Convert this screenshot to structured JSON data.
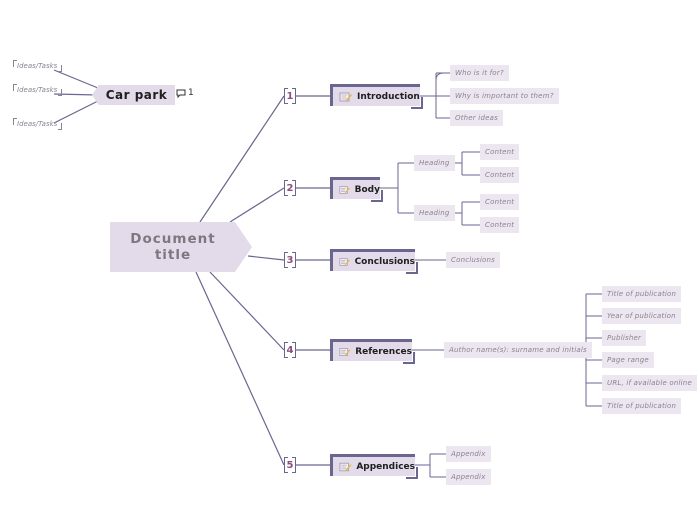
{
  "root": {
    "title": "Document title"
  },
  "car_park": {
    "label": "Car park",
    "comment_count": "1",
    "tags": [
      "Ideas/Tasks",
      "Ideas/Tasks",
      "Ideas/Tasks"
    ]
  },
  "topics": [
    {
      "number": "1",
      "label": "Introduction",
      "subtopics": [
        "Who is it for?",
        "Why is important to them?",
        "Other ideas"
      ]
    },
    {
      "number": "2",
      "label": "Body",
      "headings": [
        {
          "label": "Heading",
          "items": [
            "Content",
            "Content"
          ]
        },
        {
          "label": "Heading",
          "items": [
            "Content",
            "Content"
          ]
        }
      ]
    },
    {
      "number": "3",
      "label": "Conclusions",
      "subtopics": [
        "Conclusions"
      ]
    },
    {
      "number": "4",
      "label": "References",
      "author": "Author name(s): surname and initials",
      "details": [
        "Title of publication",
        "Year of publication",
        "Publisher",
        "Page range",
        "URL, if available online",
        "Title of publication"
      ]
    },
    {
      "number": "5",
      "label": "Appendices",
      "subtopics": [
        "Appendix",
        "Appendix"
      ]
    }
  ],
  "colors": {
    "line": "#6a6690",
    "node_fill": "#e3dbe9",
    "sub_fill": "#ebe6ef",
    "number": "#8a4f7c"
  }
}
